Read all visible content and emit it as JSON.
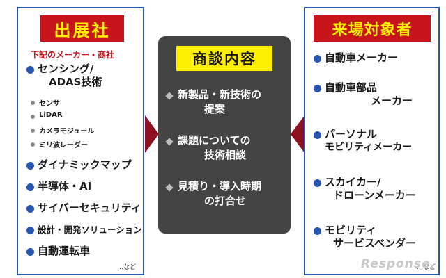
{
  "exhibitors": {
    "title": "出展社",
    "subtitle": "下記のメーカー・商社",
    "items": [
      {
        "label": "センシング/",
        "label2": "ADAS技術"
      },
      {
        "label": "ダイナミックマップ"
      },
      {
        "label": "半導体・AI"
      },
      {
        "label": "サイバーセキュリティ"
      },
      {
        "label": "設計・開発ソリューション"
      },
      {
        "label": "自動運転車"
      }
    ],
    "subitems": [
      "センサ",
      "LiDAR",
      "カメラモジュール",
      "ミリ波レーダー"
    ],
    "etc": "…など"
  },
  "negotiation": {
    "title": "商談内容",
    "items": [
      {
        "line1": "新製品・新技術の",
        "line2": "提案"
      },
      {
        "line1": "課題についての",
        "line2": "技術相談"
      },
      {
        "line1": "見積り・導入時期",
        "line2": "の打合せ"
      }
    ]
  },
  "visitors": {
    "title": "来場対象者",
    "items": [
      {
        "line1": "自動車メーカー"
      },
      {
        "line1": "自動車部品",
        "line2": "メーカー"
      },
      {
        "line1": "パーソナル",
        "line2": "モビリティメーカー"
      },
      {
        "line1": "スカイカー/",
        "line2": "ドローンメーカー"
      },
      {
        "line1": "モビリティ",
        "line2": "サービスベンダー"
      }
    ],
    "etc": "…など"
  },
  "watermark": "Response."
}
